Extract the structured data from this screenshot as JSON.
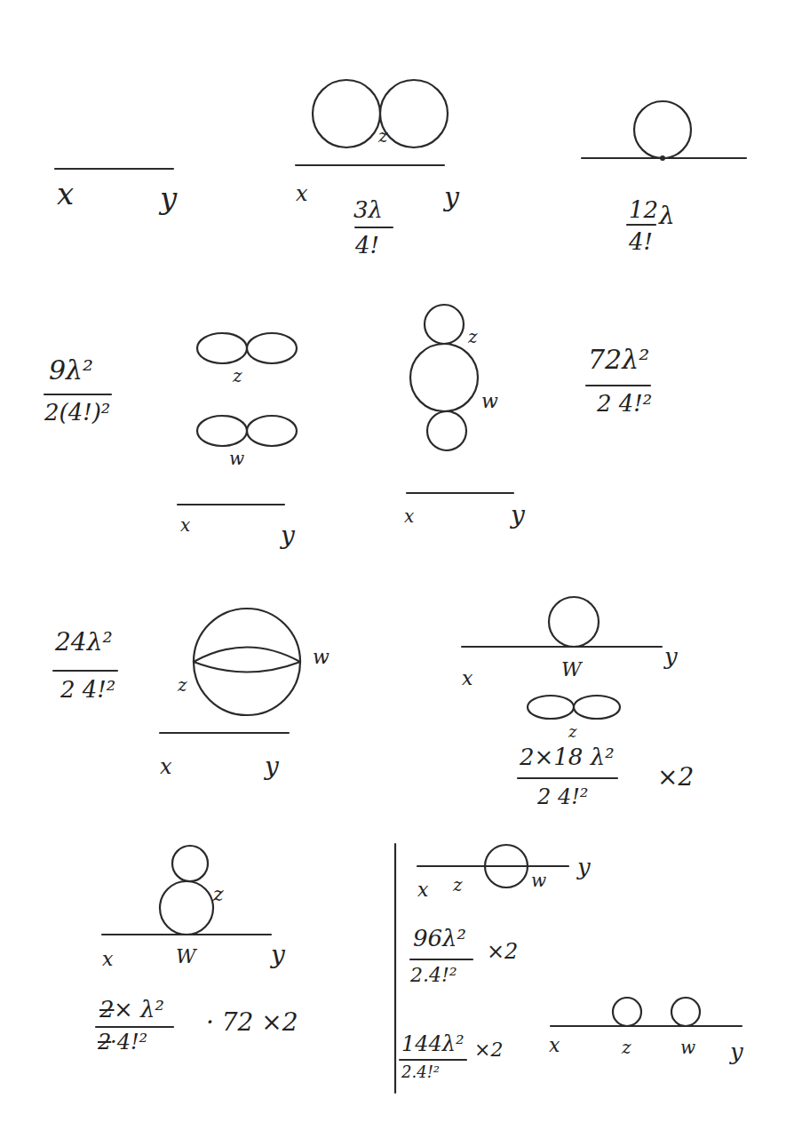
{
  "diagram": {
    "labels": [
      "x",
      "y",
      "z",
      "x",
      "y",
      "3λ",
      "4!",
      "12",
      "4!",
      "λ",
      "9λ²",
      "2(4!)²",
      "z",
      "w",
      "x",
      "y",
      "z",
      "w",
      "x",
      "y",
      "72λ²",
      "2 4!²",
      "24λ²",
      "2 4!²",
      "z",
      "w",
      "x",
      "y",
      "x",
      "W",
      "y",
      "z",
      "2×18 λ²",
      "2 4!²",
      "×2",
      "z",
      "x",
      "W",
      "y",
      "2",
      "× λ²",
      "2",
      "·4!²",
      "· 72 ×2",
      "x",
      "z",
      "w",
      "y",
      "96λ²",
      "2.4!²",
      "×2",
      "144λ²",
      "2.4!²",
      "×2",
      "x",
      "z",
      "w",
      "y"
    ]
  }
}
